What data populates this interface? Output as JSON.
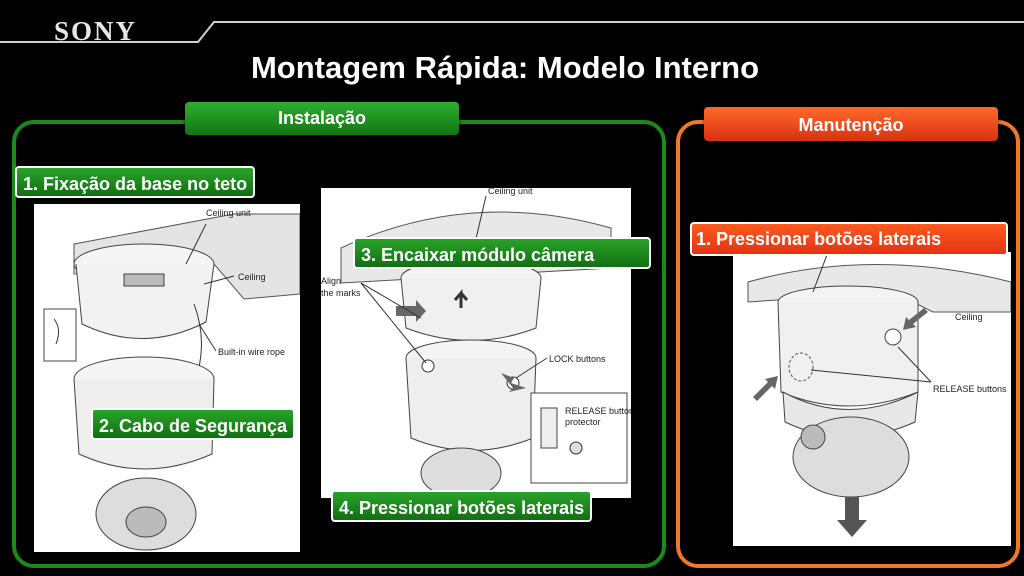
{
  "brand": {
    "logo_text": "SONY"
  },
  "slide": {
    "title": "Montagem Rápida: Modelo Interno"
  },
  "sections": {
    "installation": {
      "tab_label": "Instalação",
      "steps": [
        "1. Fixação da base no teto",
        "2. Cabo de Segurança",
        "3. Encaixar módulo câmera",
        "4. Pressionar botões laterais"
      ]
    },
    "maintenance": {
      "tab_label": "Manutenção",
      "steps": [
        "1. Pressionar botões laterais"
      ]
    }
  },
  "diagrams": {
    "fig1": {
      "ceiling_unit": "Ceiling unit",
      "ceiling": "Ceiling",
      "wire_rope": "Built-in wire rope"
    },
    "fig2": {
      "ceiling_unit": "Ceiling unit",
      "align": "Align",
      "the_marks": "the marks",
      "lock_buttons": "LOCK buttons",
      "release_protector_1": "RELEASE button",
      "release_protector_2": "protector"
    },
    "fig3": {
      "ceiling": "Ceiling",
      "release_buttons": "RELEASE buttons"
    }
  },
  "colors": {
    "installation": "#1a8a1a",
    "maintenance": "#f07828",
    "background": "#000000"
  }
}
